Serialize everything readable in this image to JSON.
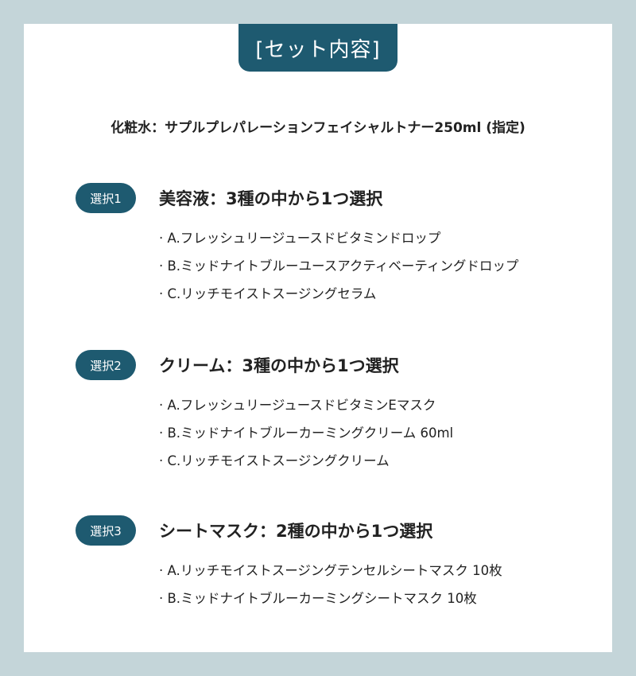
{
  "header": {
    "title": "[セット内容]"
  },
  "toner": {
    "text": "化粧水：サプルプレパレーションフェイシャルトナー250ml (指定)"
  },
  "sections": [
    {
      "badge": "選択1",
      "title": "美容液：3種の中から1つ選択",
      "items": [
        "· A.フレッシュリージュースドビタミンドロップ",
        "· B.ミッドナイトブルーユースアクティベーティングドロップ",
        "· C.リッチモイストスージングセラム"
      ]
    },
    {
      "badge": "選択2",
      "title": "クリーム：3種の中から1つ選択",
      "items": [
        "· A.フレッシュリージュースドビタミンEマスク",
        "· B.ミッドナイトブルーカーミングクリーム 60ml",
        "· C.リッチモイストスージングクリーム"
      ]
    },
    {
      "badge": "選択3",
      "title": "シートマスク：2種の中から1つ選択",
      "items": [
        "· A.リッチモイストスージングテンセルシートマスク 10枚",
        "· B.ミッドナイトブルーカーミングシートマスク 10枚"
      ]
    }
  ]
}
